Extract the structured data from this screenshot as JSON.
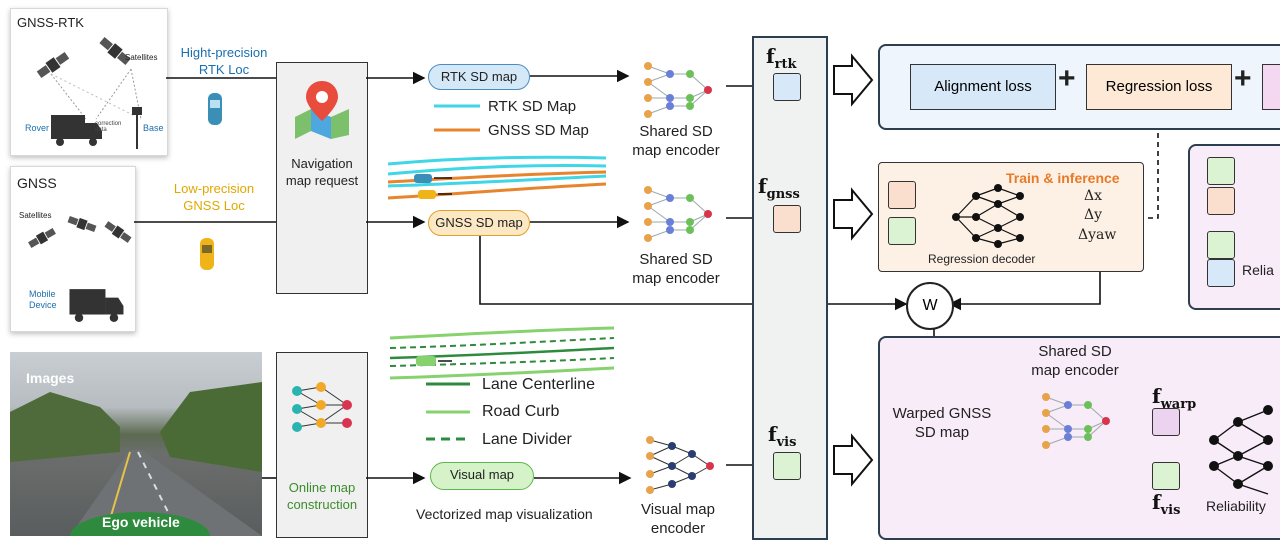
{
  "left": {
    "rtk_panel_title": "GNSS-RTK",
    "rtk_satellites": "Satellites",
    "rtk_rover": "Rover",
    "rtk_correction": "correction data",
    "rtk_base": "Base",
    "gnss_panel_title": "GNSS",
    "gnss_satellites": "Satellites",
    "gnss_device": "Mobile Device",
    "high_loc_1": "Hight-precision",
    "high_loc_2": "RTK Loc",
    "low_loc_1": "Low-precision",
    "low_loc_2": "GNSS Loc",
    "images_label": "Images",
    "ego_label": "Ego vehicle"
  },
  "middle": {
    "nav_request_1": "Navigation",
    "nav_request_2": "map request",
    "online_map_1": "Online map",
    "online_map_2": "construction",
    "rtk_sd_map": "RTK SD map",
    "gnss_sd_map": "GNSS SD map",
    "visual_map": "Visual map",
    "legend_rtk": "RTK SD Map",
    "legend_gnss": "GNSS SD Map",
    "legend_lane_centerline": "Lane Centerline",
    "legend_road_curb": "Road Curb",
    "legend_lane_divider": "Lane Divider",
    "vectorized_caption": "Vectorized map visualization",
    "encoder_1_a": "Shared SD",
    "encoder_1_b": "map encoder",
    "encoder_2_a": "Shared SD",
    "encoder_2_b": "map encoder",
    "visual_encoder_a": "Visual map",
    "visual_encoder_b": "encoder"
  },
  "features": {
    "f": "f",
    "rtk_sub": "rtk",
    "gnss_sub": "gnss",
    "vis_sub": "vis",
    "warp_sub": "warp"
  },
  "right": {
    "alignment_loss": "Alignment loss",
    "regression_loss": "Regression loss",
    "plus": "+",
    "train_inference": "Train & inference",
    "dx": "Δx",
    "dy": "Δy",
    "dyaw": "Δyaw",
    "regression_decoder": "Regression decoder",
    "w_node": "W",
    "shared_enc_a": "Shared SD",
    "shared_enc_b": "map encoder",
    "warped_a": "Warped GNSS",
    "warped_b": "SD map",
    "reliability_partial": "Relia",
    "reliability_label": "Reliability"
  },
  "colors": {
    "rtk_map": "#3fd6e6",
    "gnss_map": "#e8842c",
    "rtk_pill_fill": "#d5e8f8",
    "gnss_pill_fill": "#fde8c4",
    "visual_pill_fill": "#d6f2c8",
    "f_rtk_fill": "#d7e9f8",
    "f_gnss_fill": "#fadfcf",
    "f_vis_fill": "#dcf3d3",
    "f_warp_fill": "#ecd3f0",
    "top_box_fill": "#eef5fc",
    "mid_box_fill": "#fdf1e6",
    "bottom_box_fill": "#f8ecf8",
    "right_box_fill": "#f8ecf8"
  }
}
